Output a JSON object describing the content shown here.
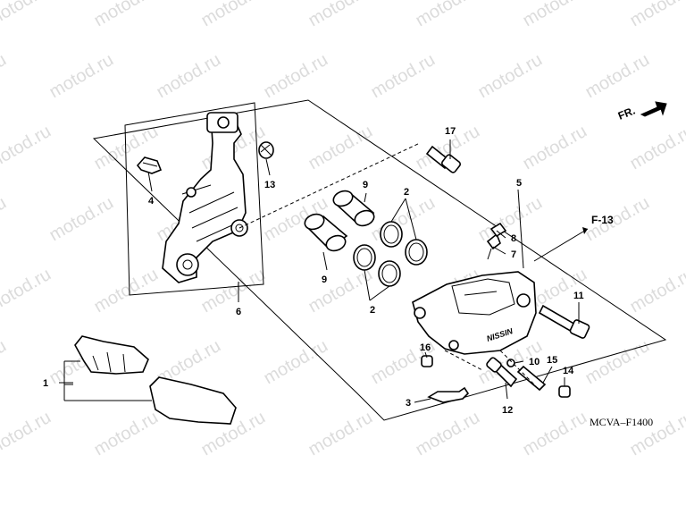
{
  "watermark": {
    "text": "motod.ru",
    "positions": [
      [
        -10,
        30
      ],
      [
        110,
        30
      ],
      [
        230,
        30
      ],
      [
        350,
        30
      ],
      [
        470,
        30
      ],
      [
        590,
        30
      ],
      [
        710,
        30
      ],
      [
        -60,
        110
      ],
      [
        60,
        110
      ],
      [
        180,
        110
      ],
      [
        300,
        110
      ],
      [
        420,
        110
      ],
      [
        540,
        110
      ],
      [
        660,
        110
      ],
      [
        -10,
        190
      ],
      [
        110,
        190
      ],
      [
        230,
        190
      ],
      [
        350,
        190
      ],
      [
        470,
        190
      ],
      [
        590,
        190
      ],
      [
        710,
        190
      ],
      [
        -60,
        270
      ],
      [
        60,
        270
      ],
      [
        180,
        270
      ],
      [
        300,
        270
      ],
      [
        420,
        270
      ],
      [
        540,
        270
      ],
      [
        660,
        270
      ],
      [
        -10,
        350
      ],
      [
        110,
        350
      ],
      [
        230,
        350
      ],
      [
        350,
        350
      ],
      [
        470,
        350
      ],
      [
        590,
        350
      ],
      [
        710,
        350
      ],
      [
        -60,
        430
      ],
      [
        60,
        430
      ],
      [
        180,
        430
      ],
      [
        300,
        430
      ],
      [
        420,
        430
      ],
      [
        540,
        430
      ],
      [
        660,
        430
      ],
      [
        -10,
        510
      ],
      [
        110,
        510
      ],
      [
        230,
        510
      ],
      [
        350,
        510
      ],
      [
        470,
        510
      ],
      [
        590,
        510
      ],
      [
        710,
        510
      ]
    ]
  },
  "diagram": {
    "code": "MCVA–F1400",
    "front_label": "FR.",
    "ref_label": "F-13",
    "caliper_brand": "NISSIN",
    "parts": [
      {
        "id": "p1",
        "number": "1"
      },
      {
        "id": "p2a",
        "number": "2"
      },
      {
        "id": "p2b",
        "number": "2"
      },
      {
        "id": "p3",
        "number": "3"
      },
      {
        "id": "p4",
        "number": "4"
      },
      {
        "id": "p5",
        "number": "5"
      },
      {
        "id": "p6",
        "number": "6"
      },
      {
        "id": "p7",
        "number": "7"
      },
      {
        "id": "p8",
        "number": "8"
      },
      {
        "id": "p9a",
        "number": "9"
      },
      {
        "id": "p9b",
        "number": "9"
      },
      {
        "id": "p10",
        "number": "10"
      },
      {
        "id": "p11",
        "number": "11"
      },
      {
        "id": "p12",
        "number": "12"
      },
      {
        "id": "p13",
        "number": "13"
      },
      {
        "id": "p14",
        "number": "14"
      },
      {
        "id": "p15",
        "number": "15"
      },
      {
        "id": "p16",
        "number": "16"
      },
      {
        "id": "p17",
        "number": "17"
      }
    ]
  }
}
